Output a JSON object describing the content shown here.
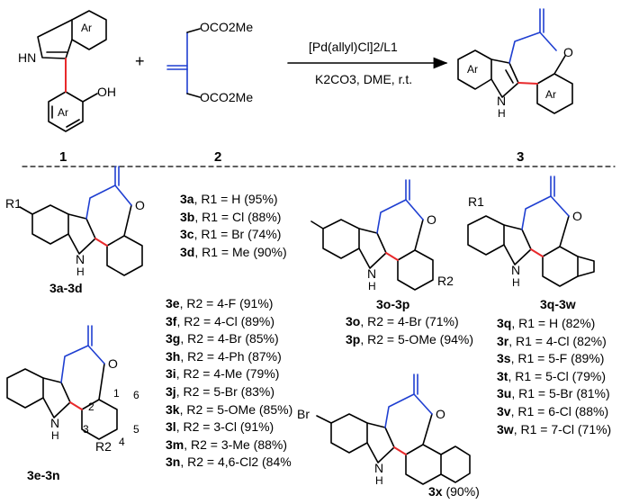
{
  "reaction": {
    "reactant1_label": "1",
    "reactant2_label": "2",
    "product_label": "3",
    "plus": "+",
    "catalyst": "[Pd(allyl)Cl]2/L1",
    "conditions": "K2CO3, DME, r.t.",
    "ar_label": "Ar",
    "hn_label": "HN",
    "oh_label": "OH",
    "n_label": "N",
    "h_label": "H",
    "o_label": "O",
    "oco2me_top": "OCO2Me",
    "oco2me_bottom": "OCO2Me"
  },
  "groups": [
    {
      "label": "3a-3d",
      "substituent_label": "R1",
      "entries": [
        {
          "id": "3a",
          "text": ", R1 = H (95%)"
        },
        {
          "id": "3b",
          "text": ", R1 = Cl (88%)"
        },
        {
          "id": "3c",
          "text": ", R1 = Br (74%)"
        },
        {
          "id": "3d",
          "text": ", R1 = Me (90%)"
        }
      ]
    },
    {
      "label": "3e-3n",
      "substituent_label": "R2",
      "ring_positions": [
        "1",
        "2",
        "3",
        "4",
        "5",
        "6"
      ],
      "entries": [
        {
          "id": "3e",
          "text": ", R2 = 4-F (91%)"
        },
        {
          "id": "3f",
          "text": ", R2 = 4-Cl (89%)"
        },
        {
          "id": "3g",
          "text": ", R2 = 4-Br (85%)"
        },
        {
          "id": "3h",
          "text": ", R2 = 4-Ph (87%)"
        },
        {
          "id": "3i",
          "text": ", R2 = 4-Me (79%)"
        },
        {
          "id": "3j",
          "text": ", R2 = 5-Br (83%)"
        },
        {
          "id": "3k",
          "text": ", R2 = 5-OMe (85%)"
        },
        {
          "id": "3l",
          "text": ", R2 = 3-Cl (91%)"
        },
        {
          "id": "3m",
          "text": ", R2 = 3-Me (88%)"
        },
        {
          "id": "3n",
          "text": ", R2 = 4,6-Cl2 (84%"
        }
      ]
    },
    {
      "label": "3o-3p",
      "substituent_label": "R2",
      "entries": [
        {
          "id": "3o",
          "text": ", R2 = 4-Br (71%)"
        },
        {
          "id": "3p",
          "text": ", R2 = 5-OMe (94%)"
        }
      ]
    },
    {
      "label": "3x",
      "substituent_label": "Br",
      "yield": "(90%)"
    },
    {
      "label": "3q-3w",
      "substituent_label": "R1",
      "entries": [
        {
          "id": "3q",
          "text": ", R1 = H (82%)"
        },
        {
          "id": "3r",
          "text": ", R1 = 4-Cl (82%)"
        },
        {
          "id": "3s",
          "text": ", R1 = 5-F (89%)"
        },
        {
          "id": "3t",
          "text": ", R1 = 5-Cl (79%)"
        },
        {
          "id": "3u",
          "text": ", R1 = 5-Br (81%)"
        },
        {
          "id": "3v",
          "text": ", R1 = 6-Cl (88%)"
        },
        {
          "id": "3w",
          "text": ", R1 = 7-Cl (71%)"
        }
      ]
    }
  ],
  "colors": {
    "bond": "#000000",
    "new_c_c_bond": "#e8292b",
    "allyl_fragment": "#1f3fd1"
  }
}
